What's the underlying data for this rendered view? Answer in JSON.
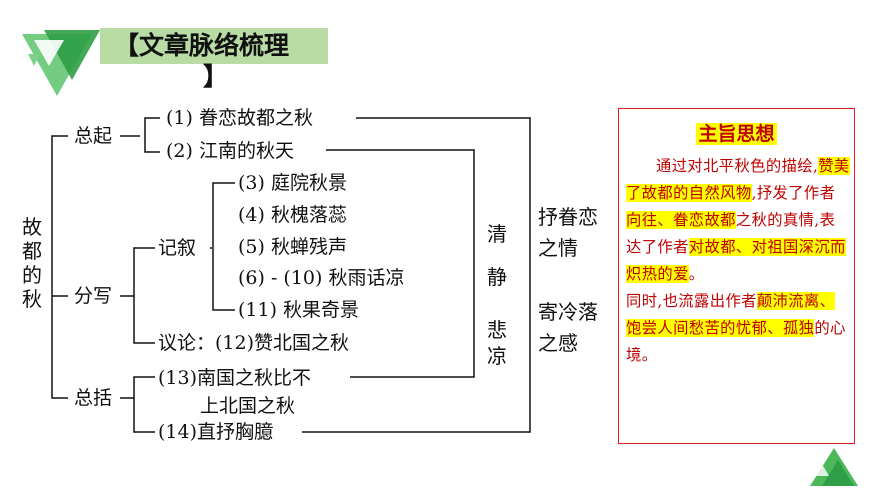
{
  "title": {
    "main": "【文章脉络梳理",
    "close": "】"
  },
  "root": [
    "故",
    "都",
    "的",
    "秋"
  ],
  "branches": {
    "intro": "总起",
    "body": "分写",
    "conclusion": "总括"
  },
  "items": {
    "i1": "(1) 眷恋故都之秋",
    "i2": "(2) 江南的秋天",
    "i3": "(3) 庭院秋景",
    "i4": "(4) 秋槐落蕊",
    "i5": "(5) 秋蝉残声",
    "i6": "(6) - (10) 秋雨话凉",
    "i11": "(11) 秋果奇景",
    "narrative": "记叙",
    "discussion": "议论：(12)赞北国之秋",
    "i13a": "(13)南国之秋比不",
    "i13b": "上北国之秋",
    "i14": "(14)直抒胸臆"
  },
  "mood": [
    "清",
    "静",
    "悲",
    "凉"
  ],
  "emotions": {
    "e1a": "抒眷恋",
    "e1b": "之情",
    "e2a": "寄冷落",
    "e2b": "之感"
  },
  "theme": {
    "title": "主旨思想",
    "p1_pre": "通过对北平秋色的描绘,",
    "p1_hl1": "赞美了故都的自然风物",
    "p1_mid": ",抒发了作者",
    "p1_hl2": "向往、眷恋故都",
    "p1_mid2": "之秋的真情,表达了作者",
    "p1_hl3": "对故都、对祖国深沉而炽热的爱",
    "p1_end": "。",
    "p2_pre": "同时,也流露出作者",
    "p2_hl": "颠沛流离、饱尝人间愁苦的忧郁、孤独",
    "p2_end": "的心境。"
  },
  "colors": {
    "accent_green": "#3aa84a",
    "title_bg": "#b9dca5",
    "theme_red": "#c00000",
    "highlight": "#ffff00"
  }
}
